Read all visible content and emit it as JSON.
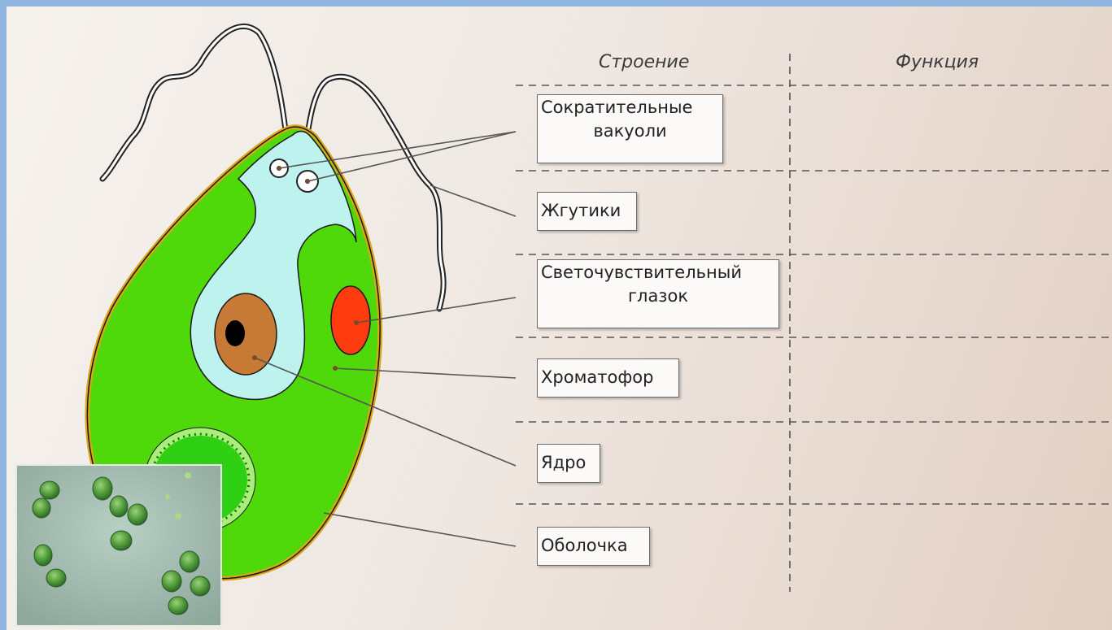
{
  "table": {
    "header_structure": "Строение",
    "header_function": "Функция"
  },
  "labels": [
    {
      "line1": "Сократительные",
      "line2": "вакуоли"
    },
    {
      "line1": "Жгутики",
      "line2": ""
    },
    {
      "line1": "Светочувствительный",
      "line2": "глазок"
    },
    {
      "line1": "Хроматофор",
      "line2": ""
    },
    {
      "line1": "Ядро",
      "line2": ""
    },
    {
      "line1": "Оболочка",
      "line2": ""
    }
  ],
  "colors": {
    "cytoplasm": "#4fd80a",
    "membrane": "#d9a81a",
    "vacuole_region": "#bdf2ee",
    "nucleus": "#c77a35",
    "eyespot": "#ff3b10",
    "background_frame": "#8fb4e0"
  }
}
